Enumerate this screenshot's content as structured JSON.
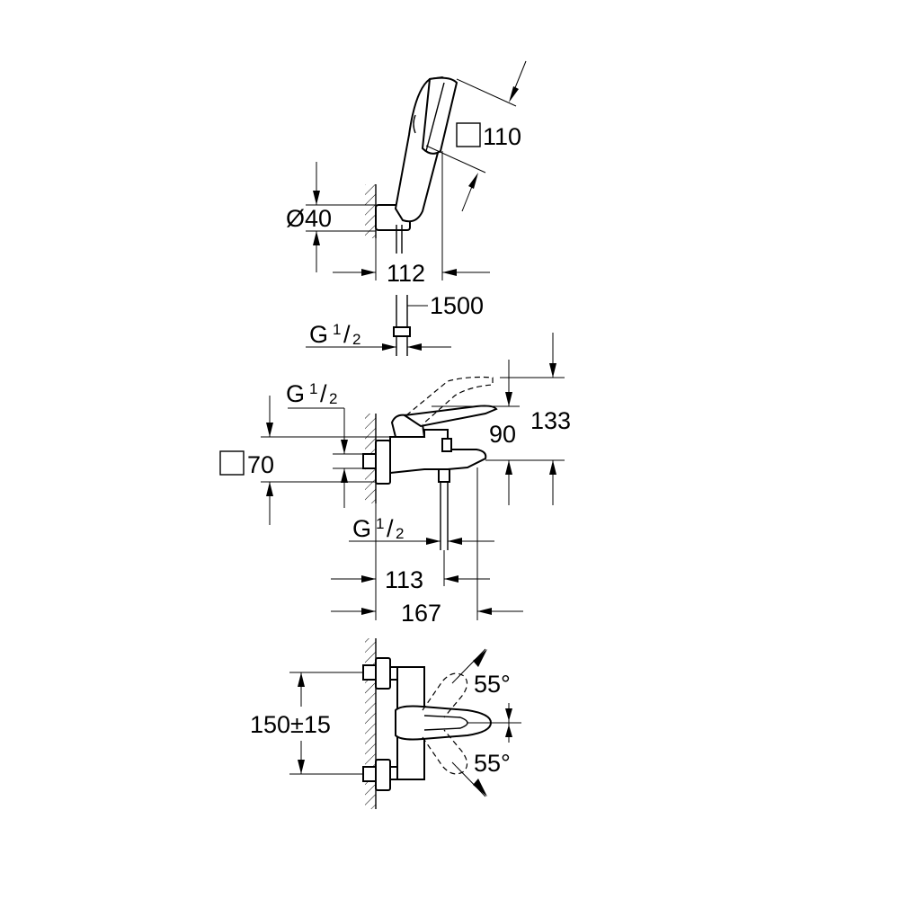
{
  "labels": {
    "head_size": "110",
    "holder_diameter": "Ø40",
    "holder_projection": "112",
    "hose_length": "1500",
    "thread_hose_main": "G",
    "thread_hose_num": "1",
    "thread_hose_slash": "/",
    "thread_hose_den": "2",
    "thread_inlet_main": "G",
    "thread_inlet_num": "1",
    "thread_inlet_slash": "/",
    "thread_inlet_den": "2",
    "body_size": "70",
    "height_spout": "90",
    "height_total": "133",
    "thread_outlet_main": "G",
    "thread_outlet_num": "1",
    "thread_outlet_slash": "/",
    "thread_outlet_den": "2",
    "depth_outlet": "113",
    "depth_total": "167",
    "centres": "150±15",
    "angle_upper": "55°",
    "angle_lower": "55°"
  }
}
